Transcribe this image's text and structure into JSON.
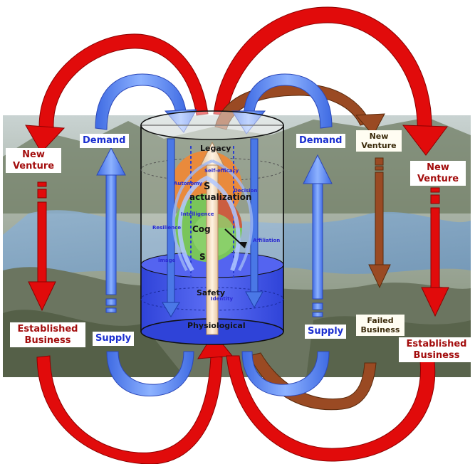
{
  "labels": {
    "new_venture_left": [
      "New",
      "Venture"
    ],
    "new_venture_right": [
      "New",
      "Venture"
    ],
    "new_venture_brown": [
      "New",
      "Venture"
    ],
    "established_left": [
      "Established",
      "Business"
    ],
    "established_right": [
      "Established",
      "Business"
    ],
    "failed_business": [
      "Failed",
      "Business"
    ],
    "demand_left": "Demand",
    "demand_right": "Demand",
    "supply_left": "Supply",
    "supply_right": "Supply"
  },
  "cylinder": {
    "legacy": "Legacy",
    "actualization": "actualization",
    "self_short": "S",
    "cog": "Cog",
    "s2": "S",
    "safety": "Safety",
    "physiological": "Physiological",
    "small_labels": [
      "Self-efficacy",
      "Autonomy",
      "Intelligence",
      "Decision",
      "Resilience",
      "Image",
      "Identity",
      "Affiliation"
    ]
  },
  "colors": {
    "red_arrow": "#e10b0b",
    "blue_arrow": "#5a8ef2",
    "brown_arrow": "#8b3a12",
    "cylinder_fill": "#3f52e6",
    "label_red": "#a30d0d",
    "label_blue": "#1b2fd0"
  }
}
